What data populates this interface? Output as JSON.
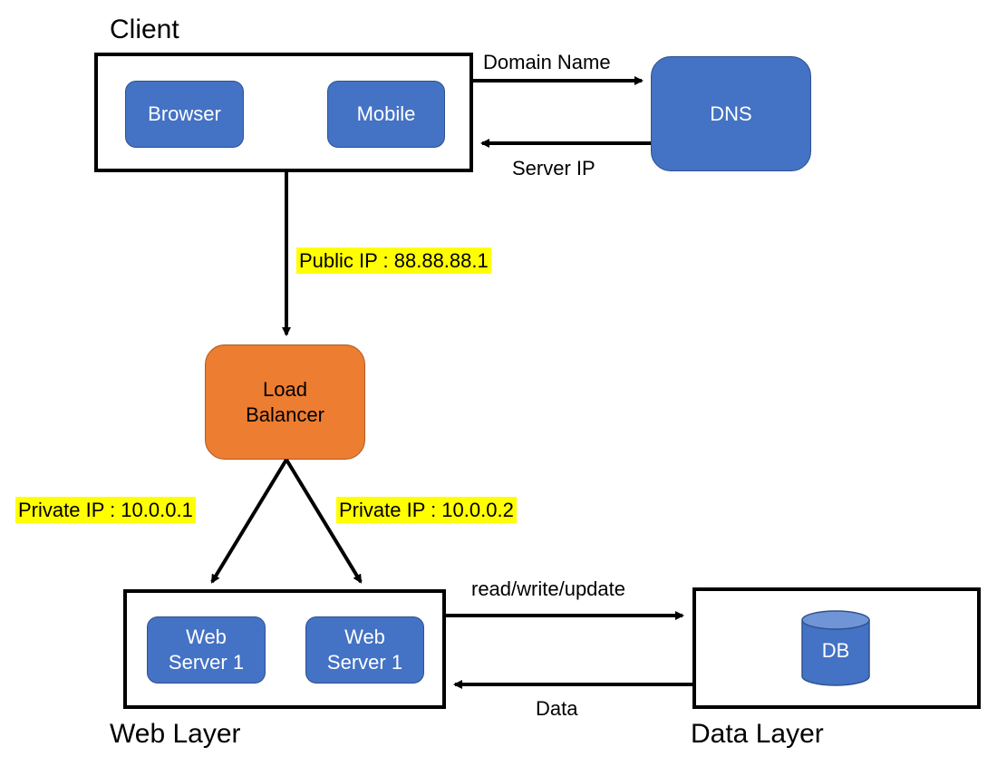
{
  "groups": {
    "client": "Client",
    "web_layer": "Web Layer",
    "data_layer": "Data Layer"
  },
  "nodes": {
    "browser": "Browser",
    "mobile": "Mobile",
    "dns": "DNS",
    "load_balancer": "Load\nBalancer",
    "web_server_a": "Web\nServer 1",
    "web_server_b": "Web\nServer 1",
    "db": "DB"
  },
  "edges": {
    "domain_name": "Domain Name",
    "server_ip": "Server IP",
    "public_ip": "Public IP : 88.88.88.1",
    "private_ip_1": "Private IP : 10.0.0.1",
    "private_ip_2": "Private IP : 10.0.0.2",
    "read_write_update": "read/write/update",
    "data": "Data"
  },
  "colors": {
    "node_blue": "#4472c4",
    "load_balancer_orange": "#ed7d31",
    "highlight_yellow": "#ffff00"
  }
}
